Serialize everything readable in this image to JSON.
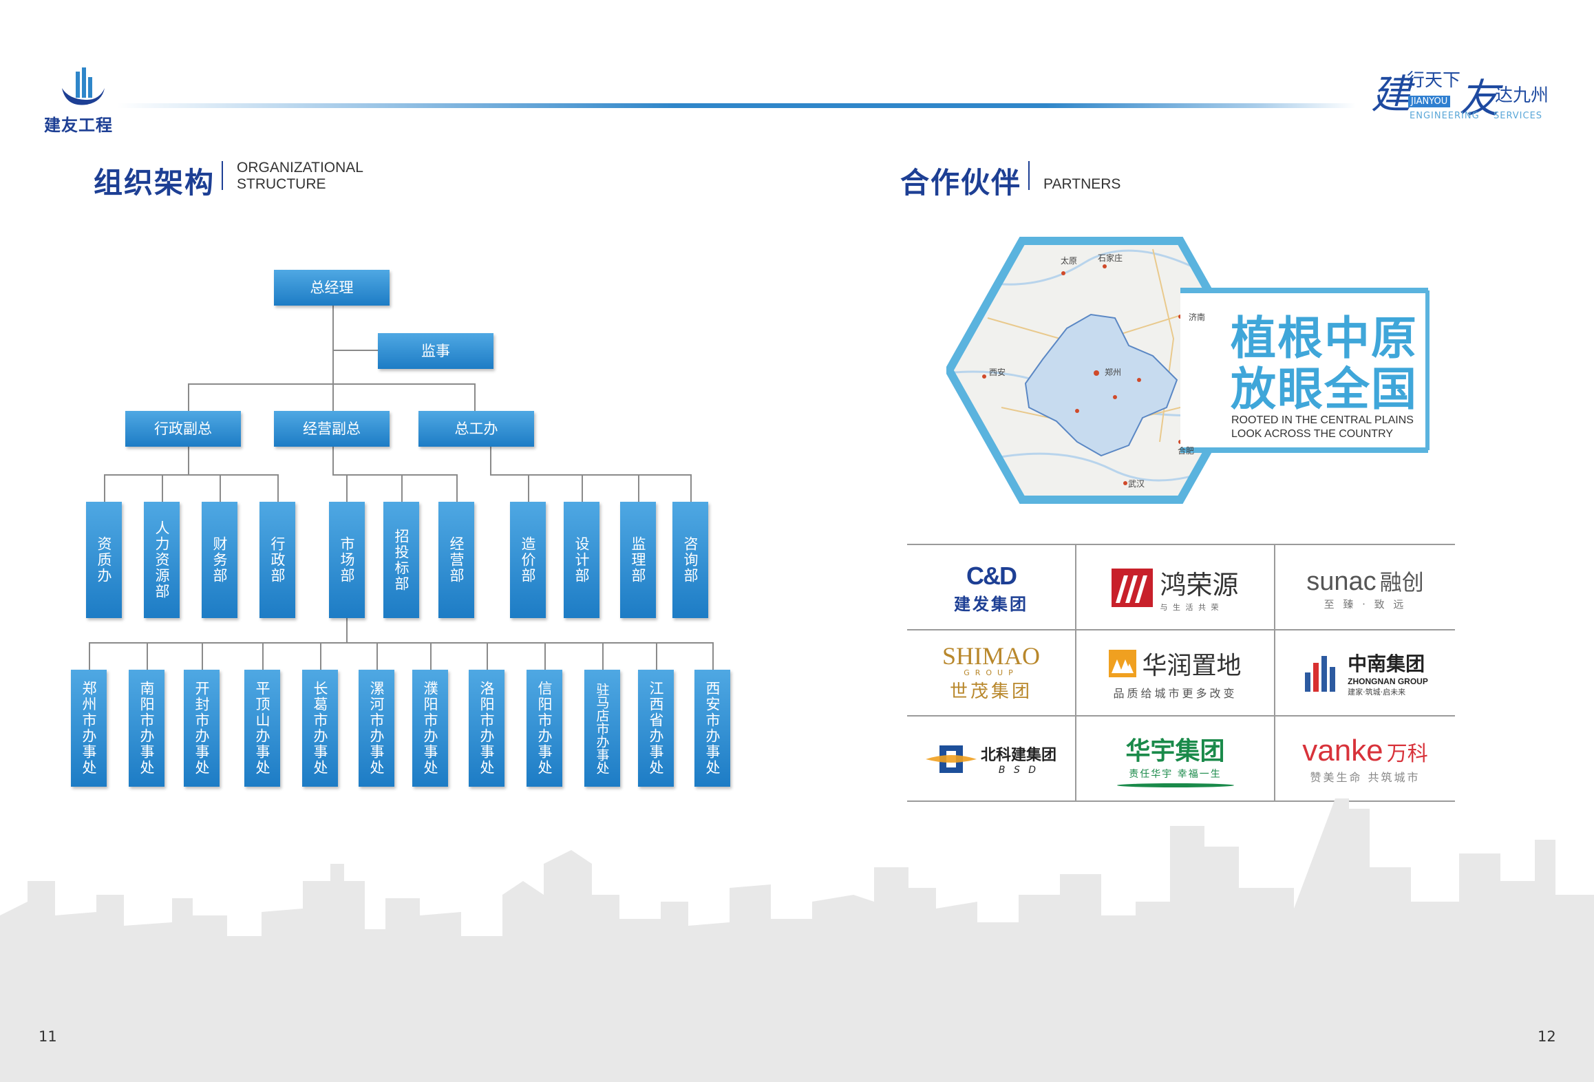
{
  "header": {
    "logo_name": "建友工程",
    "slogan_char1": "建",
    "slogan_part1": "行天下",
    "slogan_box": "JIANYOU",
    "slogan_char2": "友",
    "slogan_part2": "达九州",
    "slogan_en_left": "ENGINEERING",
    "slogan_en_right": "SERVICES"
  },
  "left_section": {
    "title_cn": "组织架构",
    "title_en_line1": "ORGANIZATIONAL",
    "title_en_line2": "STRUCTURE"
  },
  "org": {
    "root": "总经理",
    "supervisor": "监事",
    "deputies": [
      "行政副总",
      "经营副总",
      "总工办"
    ],
    "departments": [
      "资质办",
      "人力资源部",
      "财务部",
      "行政部",
      "市场部",
      "招投标部",
      "经营部",
      "造价部",
      "设计部",
      "监理部",
      "咨询部"
    ],
    "offices": [
      "郑州市办事处",
      "南阳市办事处",
      "开封市办事处",
      "平顶山办事处",
      "长葛市办事处",
      "漯河市办事处",
      "濮阳市办事处",
      "洛阳市办事处",
      "信阳市办事处",
      "驻马店市办事处",
      "江西省办事处",
      "西安市办事处"
    ]
  },
  "right_section": {
    "title_cn": "合作伙伴",
    "title_en": "PARTNERS"
  },
  "map_panel": {
    "slogan_line1": "植根中原",
    "slogan_line2": "放眼全国",
    "en_line1": "ROOTED IN THE CENTRAL PLAINS",
    "en_line2": "LOOK ACROSS THE COUNTRY",
    "city_labels": [
      "太原",
      "石家庄",
      "济南",
      "郑州",
      "西安",
      "合肥",
      "武汉"
    ]
  },
  "partners": [
    {
      "mark": "C&D",
      "name": "建发集团",
      "sub": ""
    },
    {
      "mark": "",
      "name": "鸿荣源",
      "sub": "与 生 活 共 荣"
    },
    {
      "mark": "sunac",
      "name": "融创",
      "sub": "至 臻 · 致 远"
    },
    {
      "mark": "SHIMAO",
      "name": "世茂集团",
      "sub": "GROUP"
    },
    {
      "mark": "",
      "name": "华润置地",
      "sub": "品质给城市更多改变"
    },
    {
      "mark": "",
      "name": "中南集团",
      "sub": "ZHONGNAN GROUP",
      "sub2": "建家·筑城·启未来"
    },
    {
      "mark": "",
      "name": "北科建集团",
      "sub": "B S D"
    },
    {
      "mark": "",
      "name": "华宇集团",
      "sub": "责任华宇  幸福一生"
    },
    {
      "mark": "vanke",
      "name": "万科",
      "sub": "赞美生命 共筑城市"
    }
  ],
  "colors": {
    "brand_blue": "#1d3f94",
    "node_blue": "#1d7cc5",
    "map_blue": "#3fa6d9"
  },
  "pages": {
    "left": "11",
    "right": "12"
  }
}
